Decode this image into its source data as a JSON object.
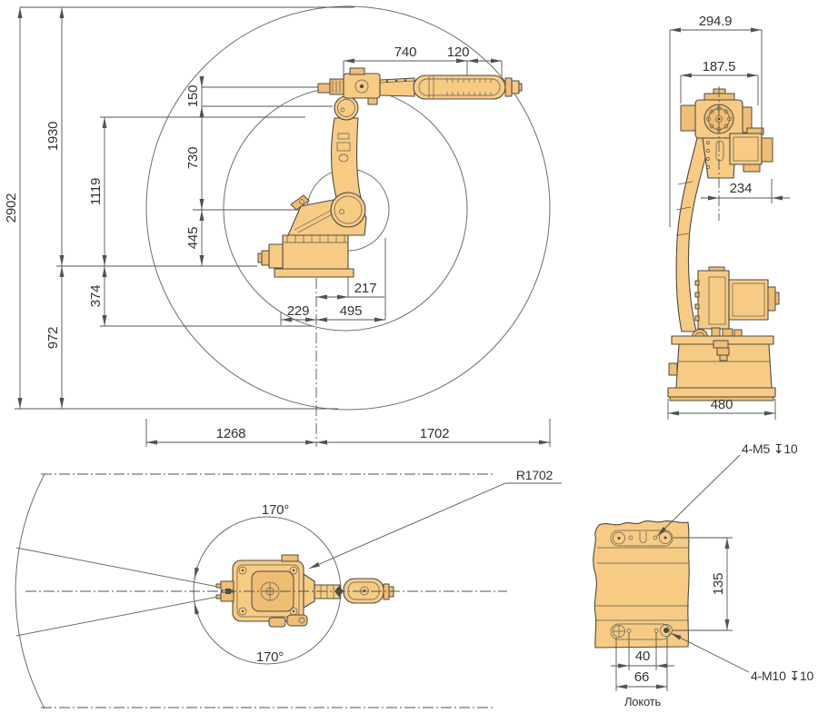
{
  "drawing": {
    "type": "industrial-robot-dimension-drawing",
    "colors": {
      "body_fill": "#F7CB84",
      "body_fill_dark": "#EFBD74",
      "outline": "#4B4B44",
      "dimension_line": "#55544C",
      "text": "#33332E",
      "envelope_line": "#6E6E64",
      "background": "#FFFFFF"
    },
    "side_view": {
      "d2902": "2902",
      "d1930": "1930",
      "d1119": "1119",
      "d972": "972",
      "d374": "374",
      "d150": "150",
      "d730": "730",
      "d445": "445",
      "d740": "740",
      "d120": "120",
      "d217": "217",
      "d229": "229",
      "d495": "495",
      "d1268": "1268",
      "d1702": "1702"
    },
    "rear_view": {
      "d294_9": "294.9",
      "d187_5": "187.5",
      "d234": "234",
      "d480": "480"
    },
    "top_view": {
      "swing_upper": "170°",
      "swing_lower": "170°",
      "radius": "R1702"
    },
    "base_detail": {
      "thread_top": "4-M5 ↧10",
      "thread_bottom": "4-M10 ↧10",
      "d135": "135",
      "d40": "40",
      "d66": "66",
      "caption": "Локоть"
    }
  }
}
